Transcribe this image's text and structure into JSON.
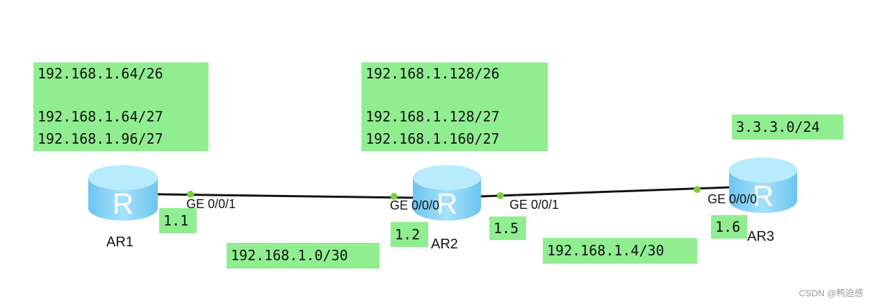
{
  "routers": [
    {
      "name": "AR1",
      "subnets": [
        "192.168.1.64/26",
        "192.168.1.64/27",
        "192.168.1.96/27"
      ],
      "ports": [
        {
          "name": "GE 0/0/1",
          "ip": "1.1"
        }
      ]
    },
    {
      "name": "AR2",
      "subnets": [
        "192.168.1.128/26",
        "192.168.1.128/27",
        "192.168.1.160/27"
      ],
      "ports": [
        {
          "name": "GE 0/0/0",
          "ip": "1.2"
        },
        {
          "name": "GE 0/0/1",
          "ip": "1.5"
        }
      ]
    },
    {
      "name": "AR3",
      "subnets": [
        "3.3.3.0/24"
      ],
      "ports": [
        {
          "name": "GE 0/0/0",
          "ip": "1.6"
        }
      ]
    }
  ],
  "links": [
    {
      "network": "192.168.1.0/30"
    },
    {
      "network": "192.168.1.4/30"
    }
  ],
  "colors": {
    "label_bg": "#90ee90",
    "router": "#7fd0f5",
    "port_dot": "#7ccf3a"
  },
  "watermark": "CSDN @鸭迫感"
}
